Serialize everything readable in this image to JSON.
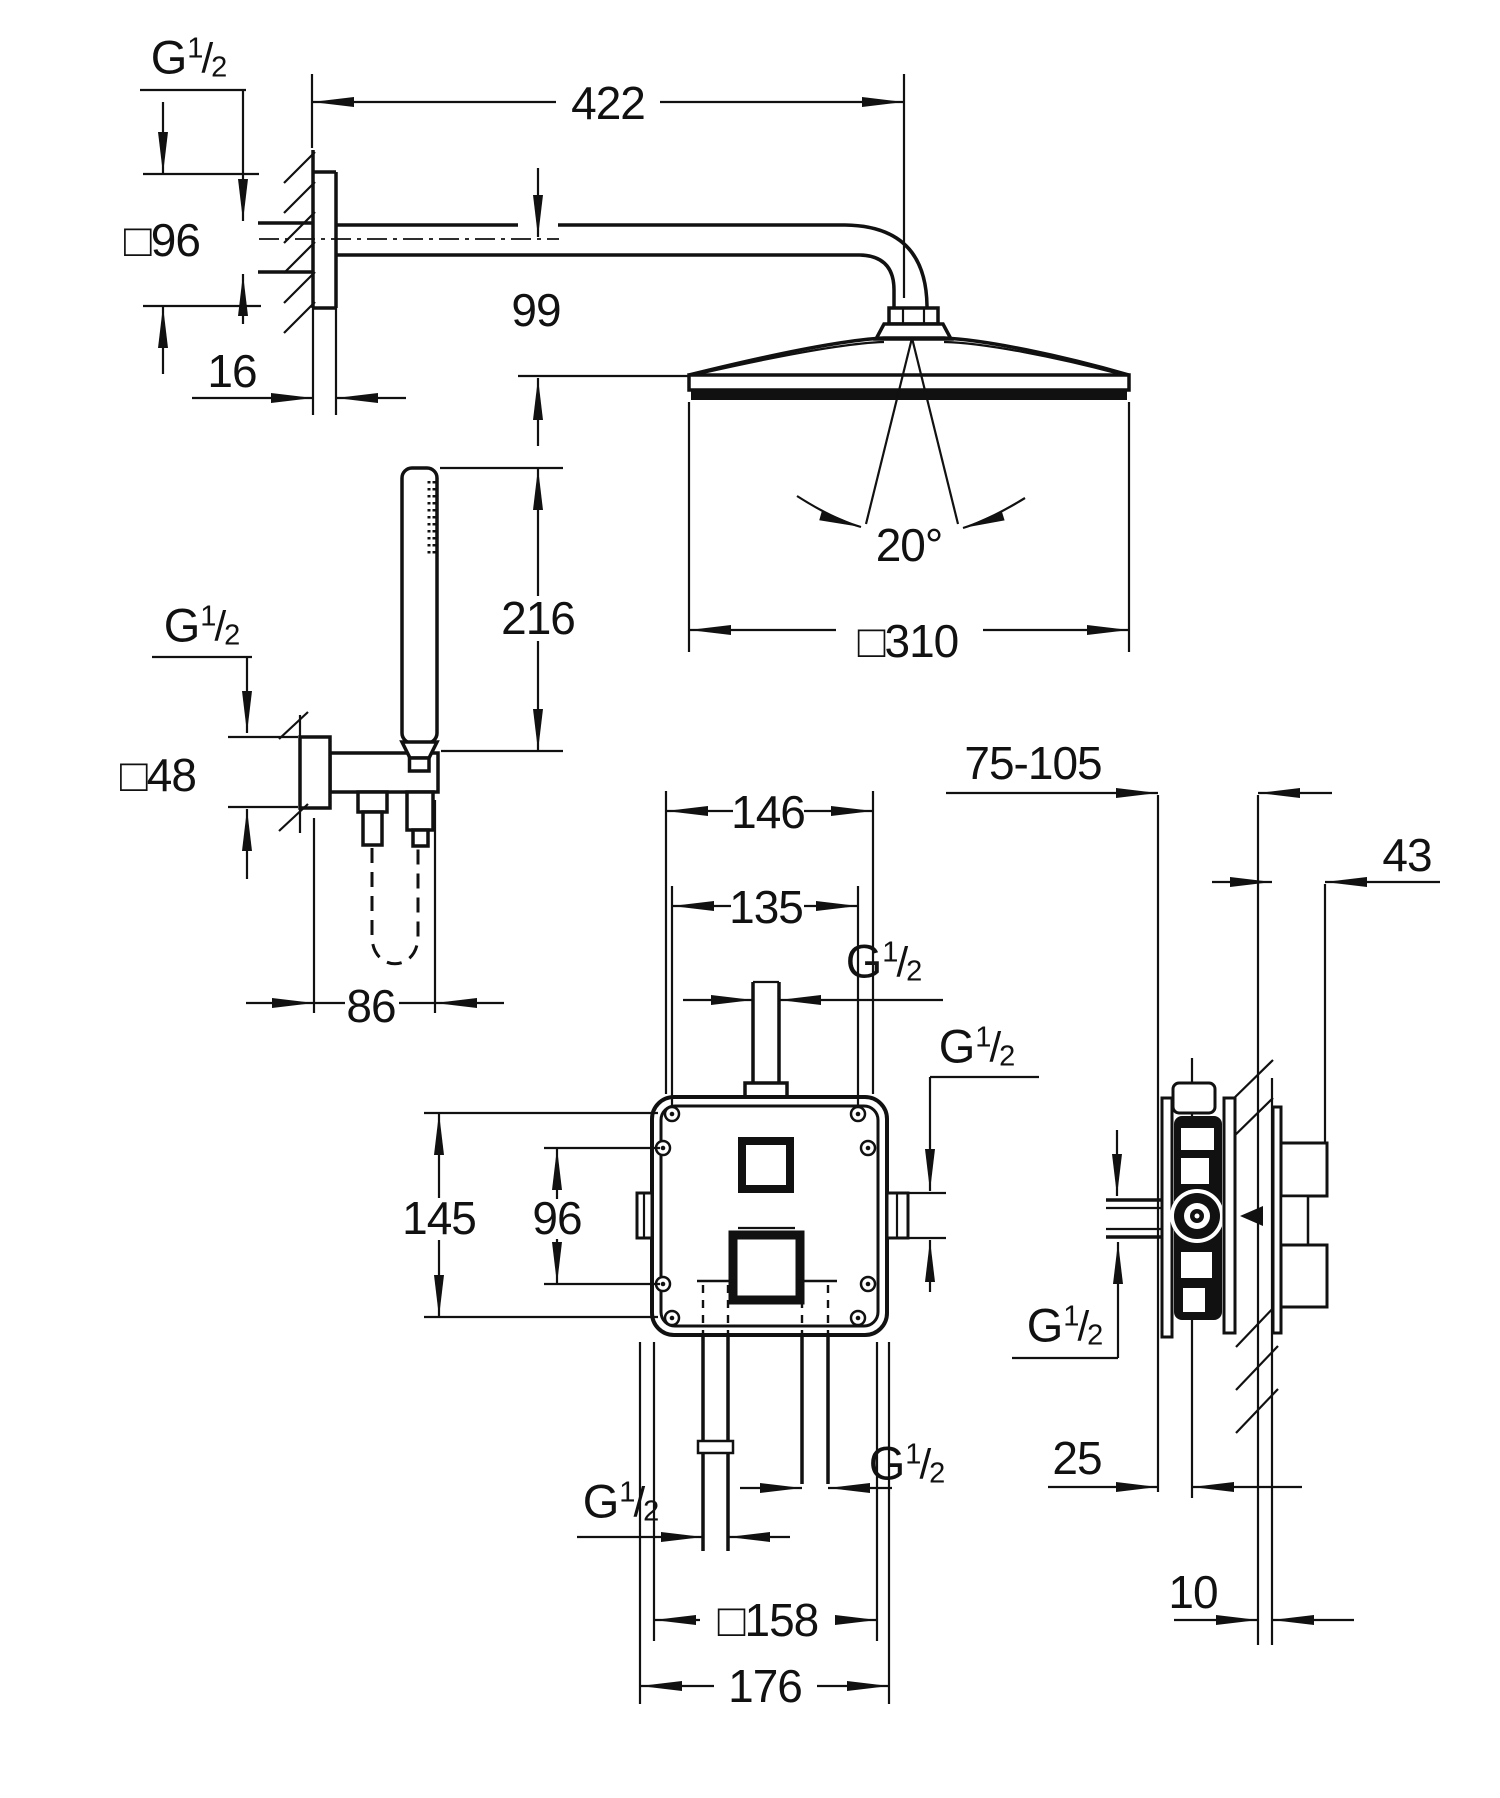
{
  "drawing": {
    "colors": {
      "line": "#111111",
      "background": "#ffffff"
    },
    "thread": {
      "g": "G",
      "num": "1",
      "slash": "/",
      "den": "2"
    },
    "dims": {
      "arm_projection": "422",
      "arm_plate_size": "□96",
      "arm_plate_depth": "16",
      "head_drop": "99",
      "head_angle": "20°",
      "head_size": "□310",
      "hand_shower_length": "216",
      "holder_plate_size": "□48",
      "holder_projection": "86",
      "box_width": "146",
      "box_screw_width": "135",
      "box_height": "145",
      "box_screw_height": "96",
      "rough_in_depth": "75-105",
      "box_depth": "43",
      "plate_depth": "25",
      "wall_cover": "10",
      "trim_size": "□158",
      "trim_width": "176"
    }
  }
}
